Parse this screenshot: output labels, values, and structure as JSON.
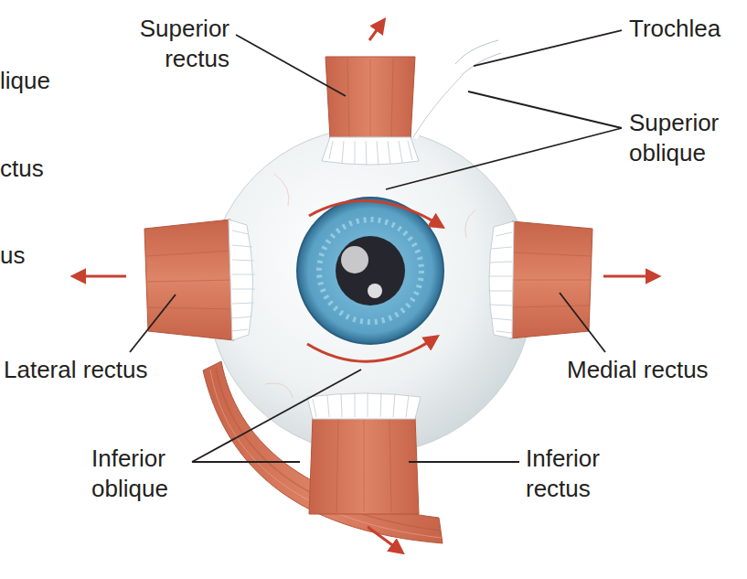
{
  "diagram": {
    "labels": [
      "lique",
      "Superior rectus",
      "Trochlea",
      "Superior oblique",
      "ctus",
      "us",
      "Lateral rectus",
      "Medial rectus",
      "Inferior oblique",
      "Inferior rectus"
    ]
  }
}
